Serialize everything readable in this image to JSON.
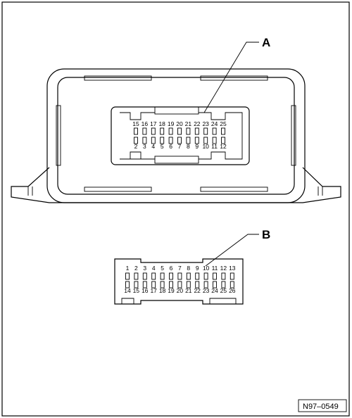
{
  "figure": {
    "reference": "N97–0549"
  },
  "connector_a": {
    "label": "A",
    "top_row": [
      "15",
      "16",
      "17",
      "18",
      "19",
      "20",
      "21",
      "22",
      "23",
      "24",
      "25"
    ],
    "bottom_row": [
      "2",
      "3",
      "4",
      "5",
      "6",
      "7",
      "8",
      "9",
      "10",
      "11",
      "12"
    ]
  },
  "connector_b": {
    "label": "B",
    "top_row": [
      "1",
      "2",
      "3",
      "4",
      "5",
      "6",
      "7",
      "8",
      "9",
      "10",
      "11",
      "12",
      "13"
    ],
    "bottom_row": [
      "14",
      "15",
      "16",
      "17",
      "18",
      "19",
      "20",
      "21",
      "22",
      "23",
      "24",
      "25",
      "26"
    ]
  }
}
